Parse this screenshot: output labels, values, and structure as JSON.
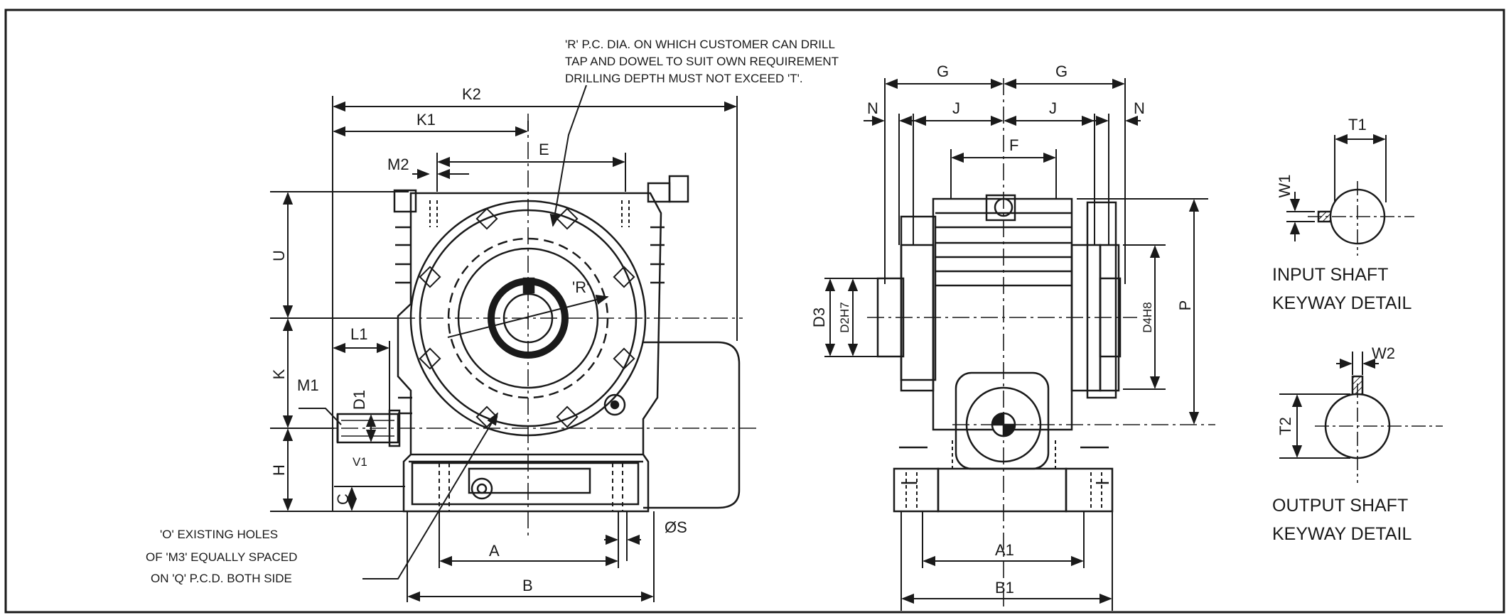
{
  "front_view": {
    "dims": {
      "K2": "K2",
      "K1": "K1",
      "E": "E",
      "M2": "M2",
      "U": "U",
      "K": "K",
      "L1": "L1",
      "M1": "M1",
      "D1": "D1",
      "V1": "V1",
      "H": "H",
      "C": "C",
      "A": "A",
      "B": "B",
      "S": "ØS",
      "R": "'R'"
    },
    "note_r": [
      "'R' P.C. DIA. ON WHICH CUSTOMER CAN DRILL",
      "TAP AND DOWEL TO SUIT OWN REQUIREMENT",
      "DRILLING DEPTH MUST NOT EXCEED 'T'."
    ],
    "note_o": [
      "'O' EXISTING HOLES",
      "OF 'M3' EQUALLY SPACED",
      "ON 'Q' P.C.D. BOTH SIDE"
    ]
  },
  "side_view": {
    "dims": {
      "G_left": "G",
      "G_right": "G",
      "N_left": "N",
      "N_right": "N",
      "J_left": "J",
      "J_right": "J",
      "F": "F",
      "D3": "D3",
      "D2H7": "D2H7",
      "D4H8": "D4H8",
      "P": "P",
      "A1": "A1",
      "B1": "B1"
    }
  },
  "input_detail": {
    "T1": "T1",
    "W1": "W1",
    "caption": [
      "INPUT SHAFT",
      "KEYWAY DETAIL"
    ]
  },
  "output_detail": {
    "W2": "W2",
    "T2": "T2",
    "caption": [
      "OUTPUT SHAFT",
      "KEYWAY DETAIL"
    ]
  }
}
